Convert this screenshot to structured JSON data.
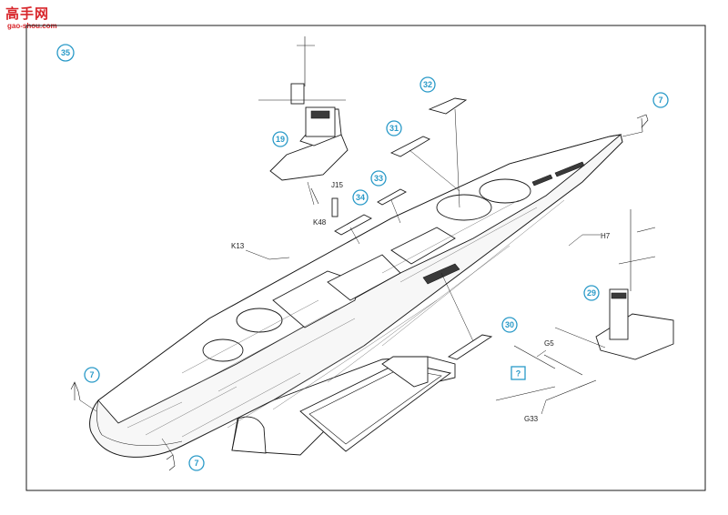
{
  "logo": {
    "chinese": "高手网",
    "url": "gao-shou.com"
  },
  "step": {
    "number": "35"
  },
  "callouts": {
    "part7_top": "7",
    "part7_left": "7",
    "part7_bottom": "7",
    "part19": "19",
    "part29": "29",
    "part30": "30",
    "part31": "31",
    "part32": "32",
    "part33": "33",
    "part34": "34",
    "question": "?"
  },
  "labels": {
    "j15": "J15",
    "k48": "K48",
    "k13": "K13",
    "h7": "H7",
    "g5": "G5",
    "g33": "G33"
  }
}
